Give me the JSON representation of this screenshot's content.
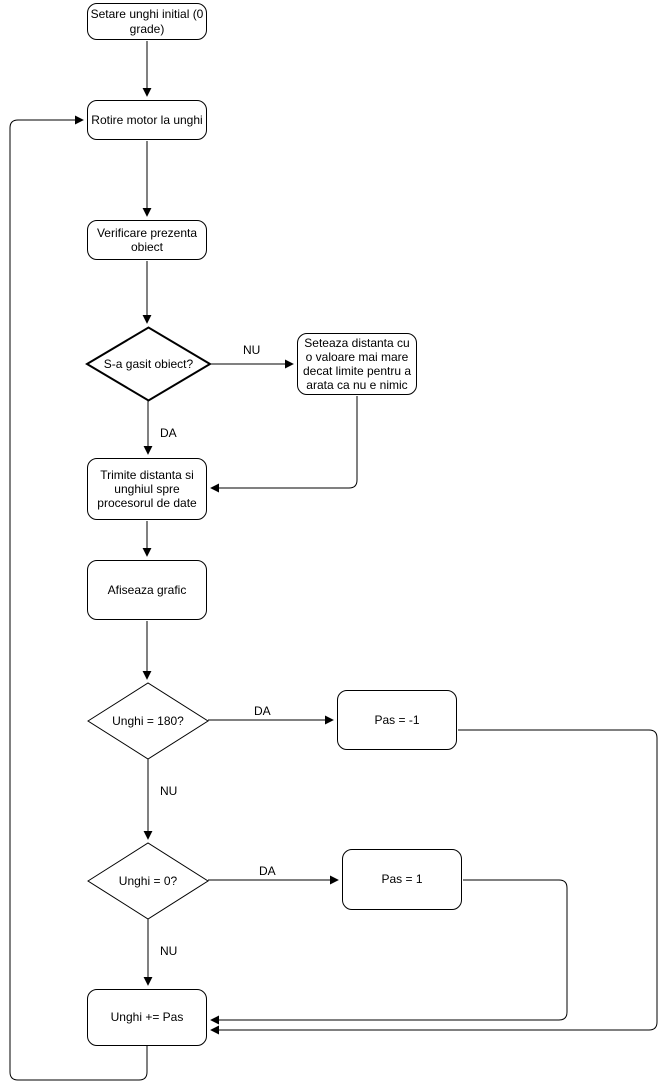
{
  "diagram": {
    "type": "flowchart",
    "colors": {
      "stroke": "#000000",
      "text": "#000000",
      "node_fill": "#ffffff",
      "background": "#ffffff"
    },
    "nodes": {
      "setare": {
        "label": "Setare unghi initial (0 grade)",
        "shape": "rounded-rect"
      },
      "rotire": {
        "label": "Rotire motor la unghi",
        "shape": "rounded-rect"
      },
      "verificare": {
        "label": "Verificare prezenta obiect",
        "shape": "rounded-rect"
      },
      "gasit": {
        "label": "S-a gasit obiect?",
        "shape": "diamond"
      },
      "seteaza": {
        "label": "Seteaza distanta cu o valoare mai mare decat limite pentru a arata ca nu e nimic",
        "shape": "rounded-rect"
      },
      "trimite": {
        "label": "Trimite distanta si unghiul spre procesorul de date",
        "shape": "rounded-rect"
      },
      "afiseaza": {
        "label": "Afiseaza grafic",
        "shape": "rounded-rect"
      },
      "unghi180": {
        "label": "Unghi = 180?",
        "shape": "diamond"
      },
      "pas_minus": {
        "label": "Pas = -1",
        "shape": "rounded-rect"
      },
      "unghi0": {
        "label": "Unghi = 0?",
        "shape": "diamond"
      },
      "pas_plus": {
        "label": "Pas = 1",
        "shape": "rounded-rect"
      },
      "unghi_pas": {
        "label": "Unghi += Pas",
        "shape": "rounded-rect"
      }
    },
    "edge_labels": {
      "gasit_nu": "NU",
      "gasit_da": "DA",
      "unghi180_da": "DA",
      "unghi180_nu": "NU",
      "unghi0_da": "DA",
      "unghi0_nu": "NU"
    }
  }
}
